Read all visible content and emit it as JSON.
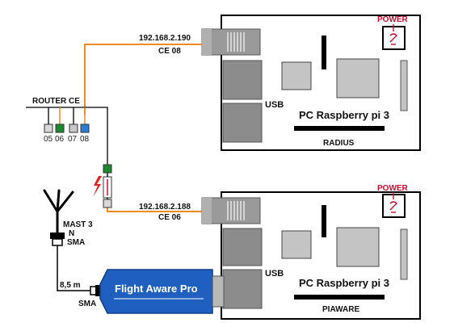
{
  "router": {
    "label": "ROUTER CE",
    "ports": [
      {
        "label": "05",
        "color": "#d8d8d8"
      },
      {
        "label": "06",
        "color": "#1e8a2e"
      },
      {
        "label": "07",
        "color": "#c8c8c8"
      },
      {
        "label": "08",
        "color": "#2e7bd6"
      }
    ]
  },
  "links": {
    "top_ip": "192.168.2.190",
    "top_ce": "CE 08",
    "bottom_ip": "192.168.2.188",
    "bottom_ce": "CE 06",
    "cable_color": "#f08a24"
  },
  "pi_top": {
    "power_label": "POWER",
    "usb_label": "USB",
    "board_label": "PC Raspberry pi 3",
    "name_label": "RADIUS"
  },
  "pi_bottom": {
    "power_label": "POWER",
    "usb_label": "USB",
    "board_label": "PC Raspberry pi 3",
    "name_label": "PIAWARE"
  },
  "antenna": {
    "mast_label": "MAST 3",
    "n_label": "N",
    "sma_label": "SMA",
    "cable_length": "8,5 m",
    "sma_label_2": "SMA"
  },
  "dongle": {
    "label": "Flight Aware Pro",
    "color": "#1f5fbf"
  },
  "colors": {
    "power_red": "#c8102e",
    "port_gray": "#8c8c8c"
  }
}
